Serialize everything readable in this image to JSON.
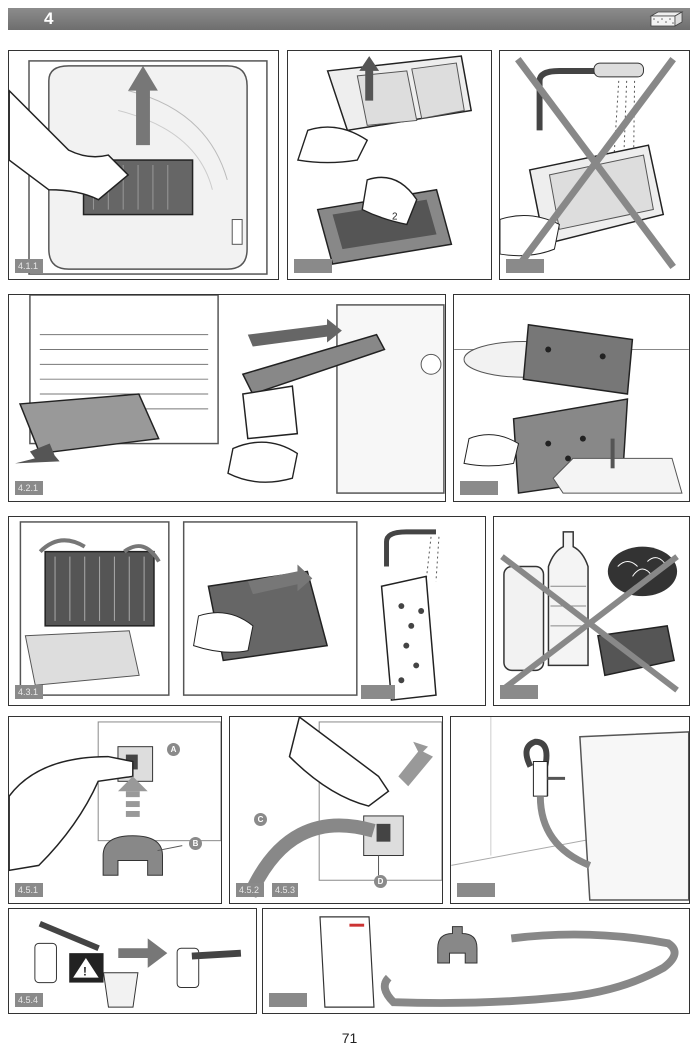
{
  "header": {
    "section_number": "4",
    "icon": "filter-sponge-icon",
    "bar_color": "#7a7a7a"
  },
  "panels": {
    "p411": {
      "label": "4.1.1"
    },
    "p412": {
      "label": ""
    },
    "p413": {
      "label": ""
    },
    "p421": {
      "label": "4.2.1"
    },
    "p422": {
      "label": ""
    },
    "p431": {
      "label": "4.3.1",
      "label_b": ""
    },
    "p432": {
      "label": ""
    },
    "p451": {
      "label": "4.5.1",
      "callout_a": "A",
      "callout_b": "B"
    },
    "p452": {
      "label": "4.5.2",
      "label_b": "4.5.3",
      "callout_c": "C",
      "callout_d": "D"
    },
    "p453": {
      "label": ""
    },
    "p454": {
      "label": "4.5.4"
    },
    "p455": {
      "label": ""
    }
  },
  "footer": {
    "page_number": "71"
  }
}
